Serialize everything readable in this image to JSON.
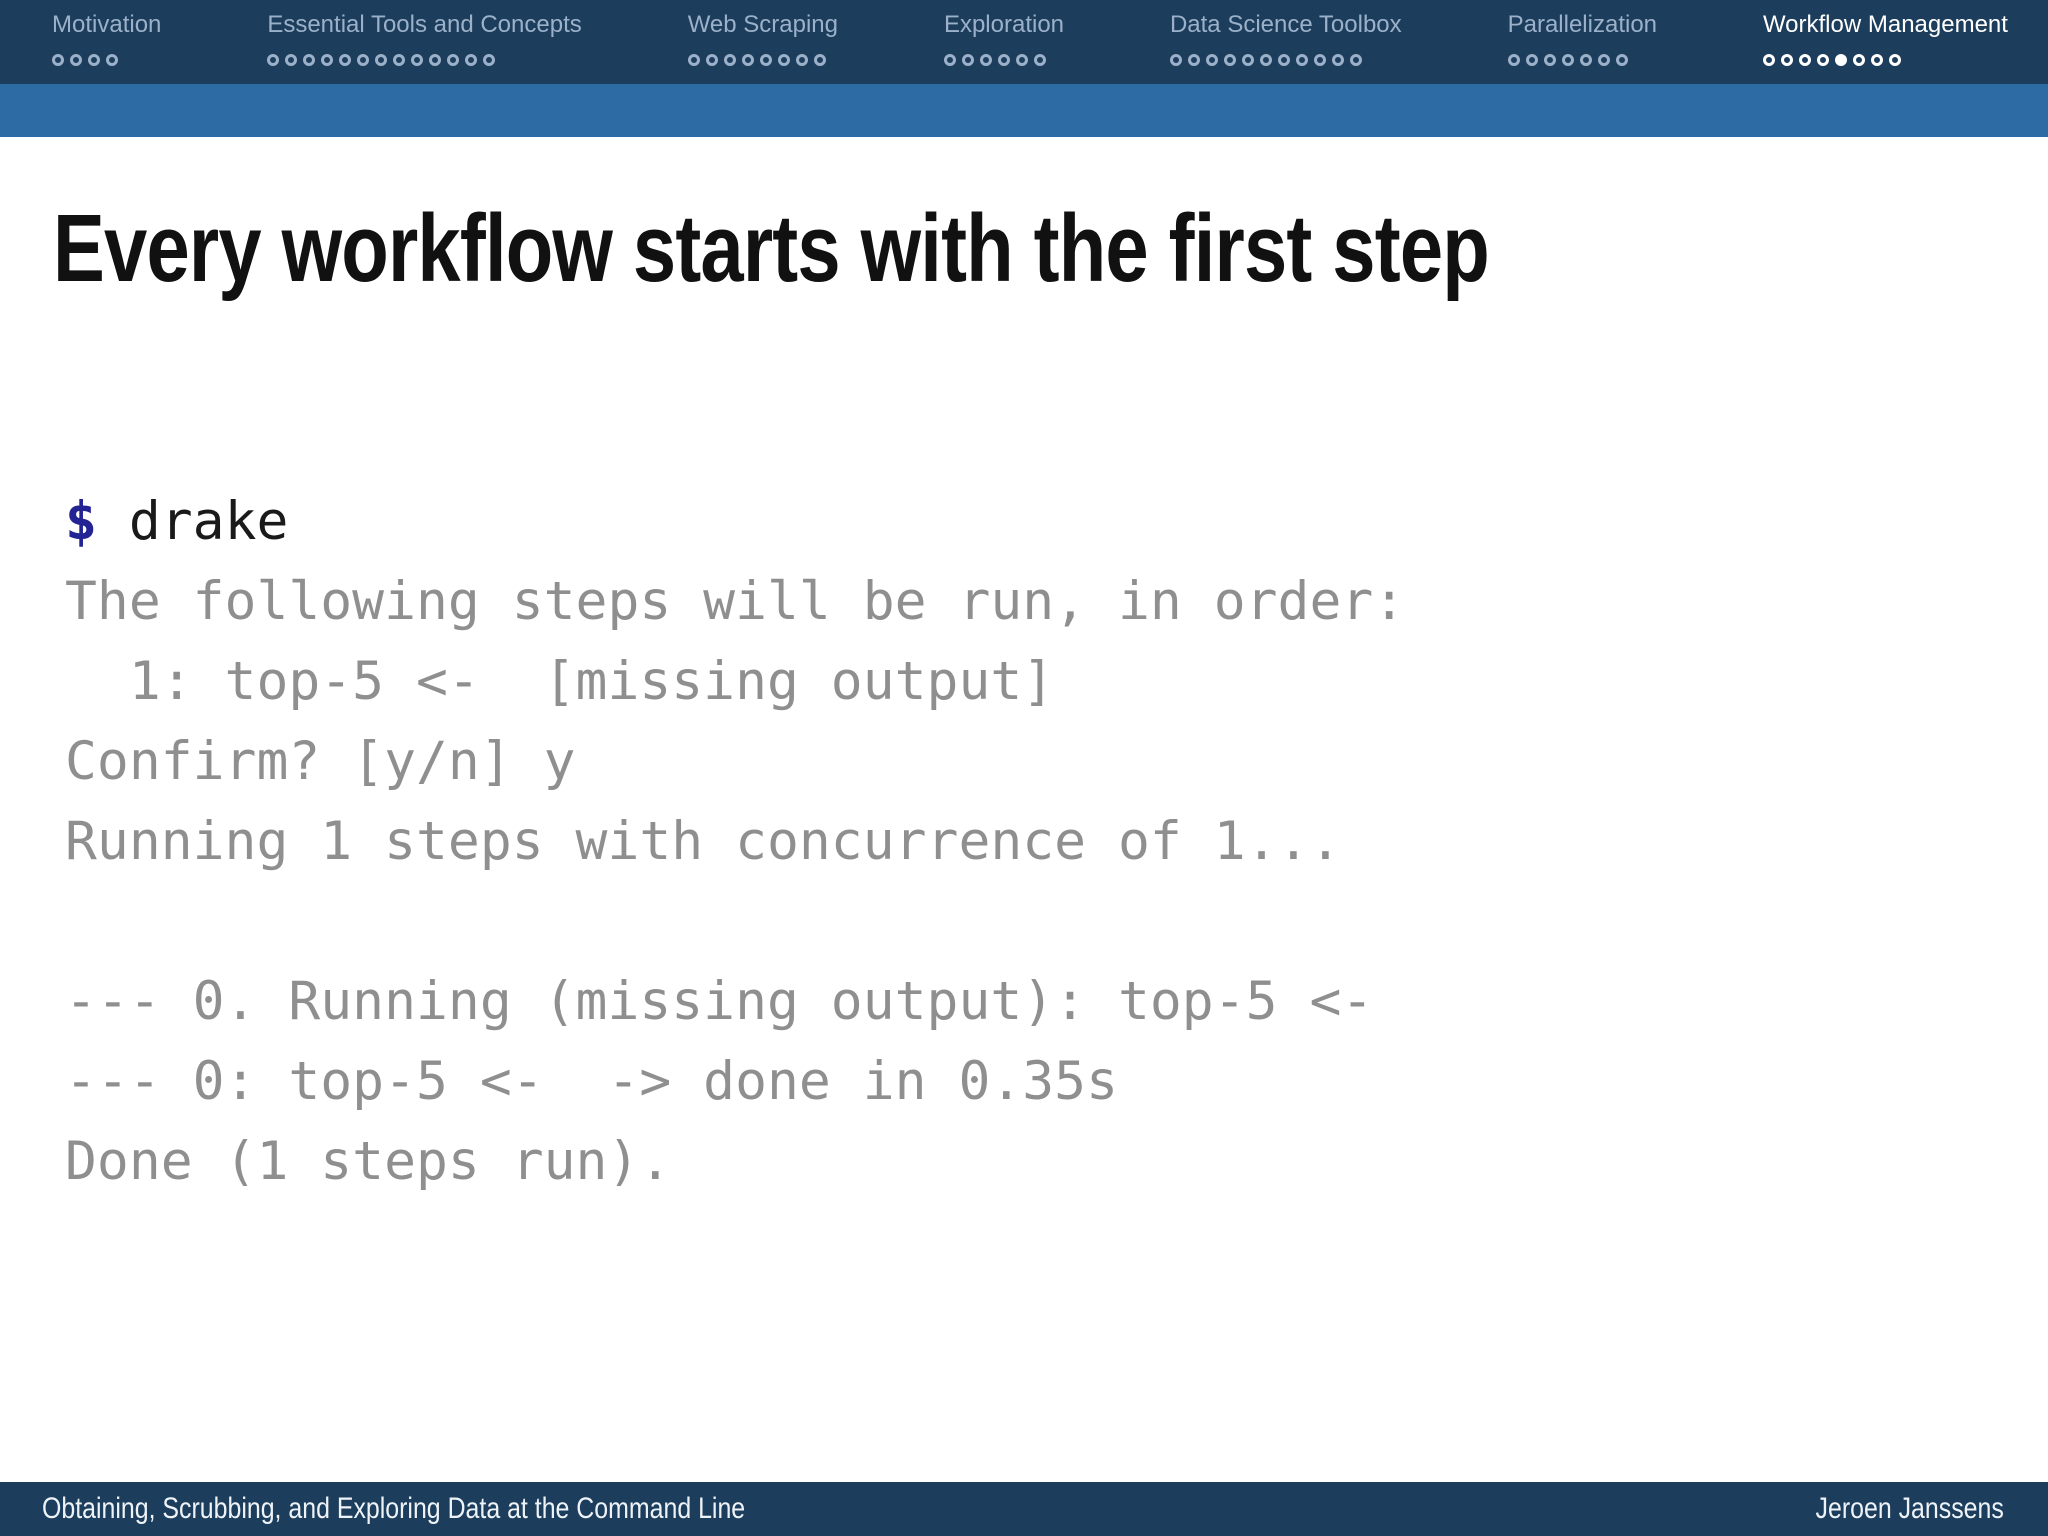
{
  "nav": {
    "sections": [
      {
        "label": "Motivation",
        "dot_count": 4,
        "active": false,
        "active_dot": null
      },
      {
        "label": "Essential Tools and Concepts",
        "dot_count": 13,
        "active": false,
        "active_dot": null
      },
      {
        "label": "Web Scraping",
        "dot_count": 8,
        "active": false,
        "active_dot": null
      },
      {
        "label": "Exploration",
        "dot_count": 6,
        "active": false,
        "active_dot": null
      },
      {
        "label": "Data Science Toolbox",
        "dot_count": 11,
        "active": false,
        "active_dot": null
      },
      {
        "label": "Parallelization",
        "dot_count": 7,
        "active": false,
        "active_dot": null
      },
      {
        "label": "Workflow Management",
        "dot_count": 8,
        "active": true,
        "active_dot": 5
      }
    ]
  },
  "slide": {
    "title": "Every workflow starts with the first step"
  },
  "terminal": {
    "prompt": "$",
    "command": "drake",
    "output_lines": [
      "The following steps will be run, in order:",
      "  1: top-5 <-  [missing output]",
      "Confirm? [y/n] y",
      "Running 1 steps with concurrence of 1...",
      "",
      "--- 0. Running (missing output): top-5 <-",
      "--- 0: top-5 <-  -> done in 0.35s",
      "Done (1 steps run)."
    ]
  },
  "footer": {
    "left": "Obtaining, Scrubbing, and Exploring Data at the Command Line",
    "right": "Jeroen Janssens"
  },
  "colors": {
    "bar_dark": "#1d3d5c",
    "bar_light": "#2d6ba4",
    "nav_inactive": "#9bb1c9",
    "nav_active": "#ffffff",
    "terminal_output": "#8f8f8f",
    "prompt": "#232394",
    "command": "#1a1a1a",
    "title": "#111111"
  }
}
